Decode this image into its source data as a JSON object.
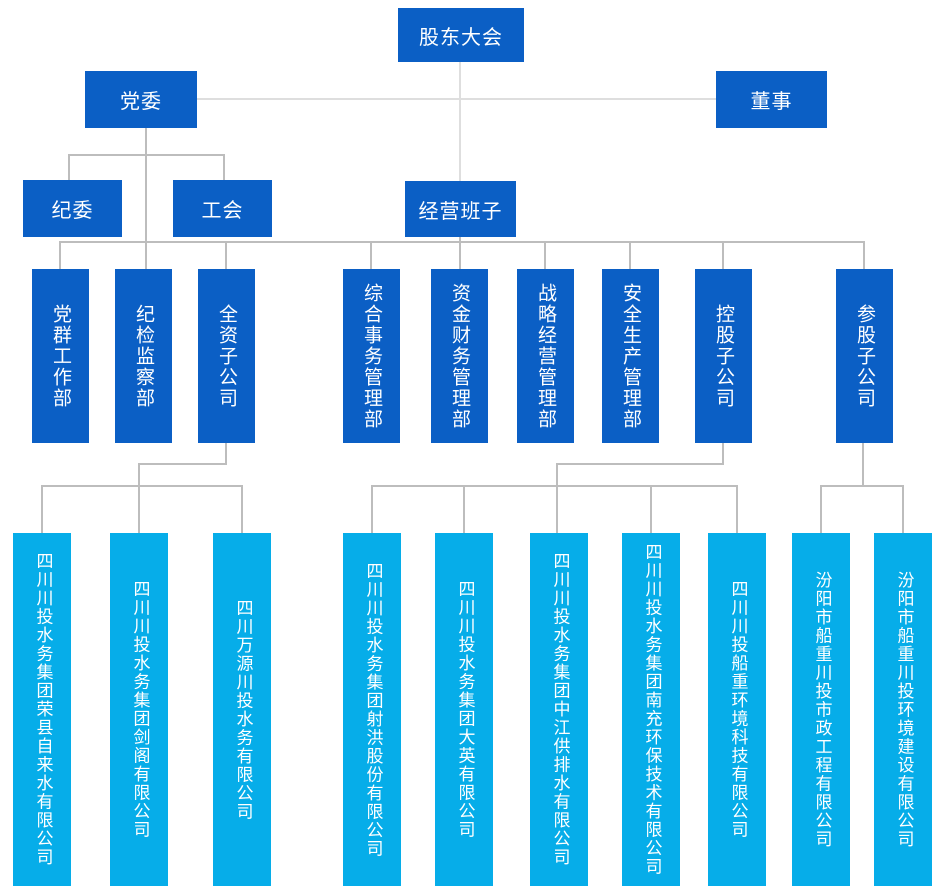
{
  "colors": {
    "primary_blue": "#0b5fc5",
    "light_blue": "#06ade9",
    "connector_gray": "#bdbdbd",
    "connector_light": "#dedede",
    "text_white": "#ffffff",
    "page_bg": "#ffffff"
  },
  "org": {
    "root": {
      "label": "股东大会"
    },
    "party_committee": {
      "label": "党委"
    },
    "directors": {
      "label": "董事"
    },
    "discipline_committee": {
      "label": "纪委"
    },
    "labor_union": {
      "label": "工会"
    },
    "management_team": {
      "label": "经营班子"
    },
    "departments": [
      {
        "label": "党群工作部"
      },
      {
        "label": "纪检监察部"
      },
      {
        "label": "全资子公司"
      },
      {
        "label": "综合事务管理部"
      },
      {
        "label": "资金财务管理部"
      },
      {
        "label": "战略经营管理部"
      },
      {
        "label": "安全生产管理部"
      },
      {
        "label": "控股子公司"
      },
      {
        "label": "参股子公司"
      }
    ],
    "wholly_owned_subsidiaries": [
      {
        "label": "四川川投水务集团荣县自来水有限公司"
      },
      {
        "label": "四川川投水务集团剑阁有限公司"
      },
      {
        "label": "四川万源川投水务有限公司"
      }
    ],
    "holding_subsidiaries": [
      {
        "label": "四川川投水务集团射洪股份有限公司"
      },
      {
        "label": "四川川投水务集团大英有限公司"
      },
      {
        "label": "四川川投水务集团中江供排水有限公司"
      },
      {
        "label": "四川川投水务集团南充环保技术有限公司"
      },
      {
        "label": "四川川投船重环境科技有限公司"
      }
    ],
    "participating_subsidiaries": [
      {
        "label": "汾阳市船重川投市政工程有限公司"
      },
      {
        "label": "汾阳市船重川投环境建设有限公司"
      }
    ]
  }
}
